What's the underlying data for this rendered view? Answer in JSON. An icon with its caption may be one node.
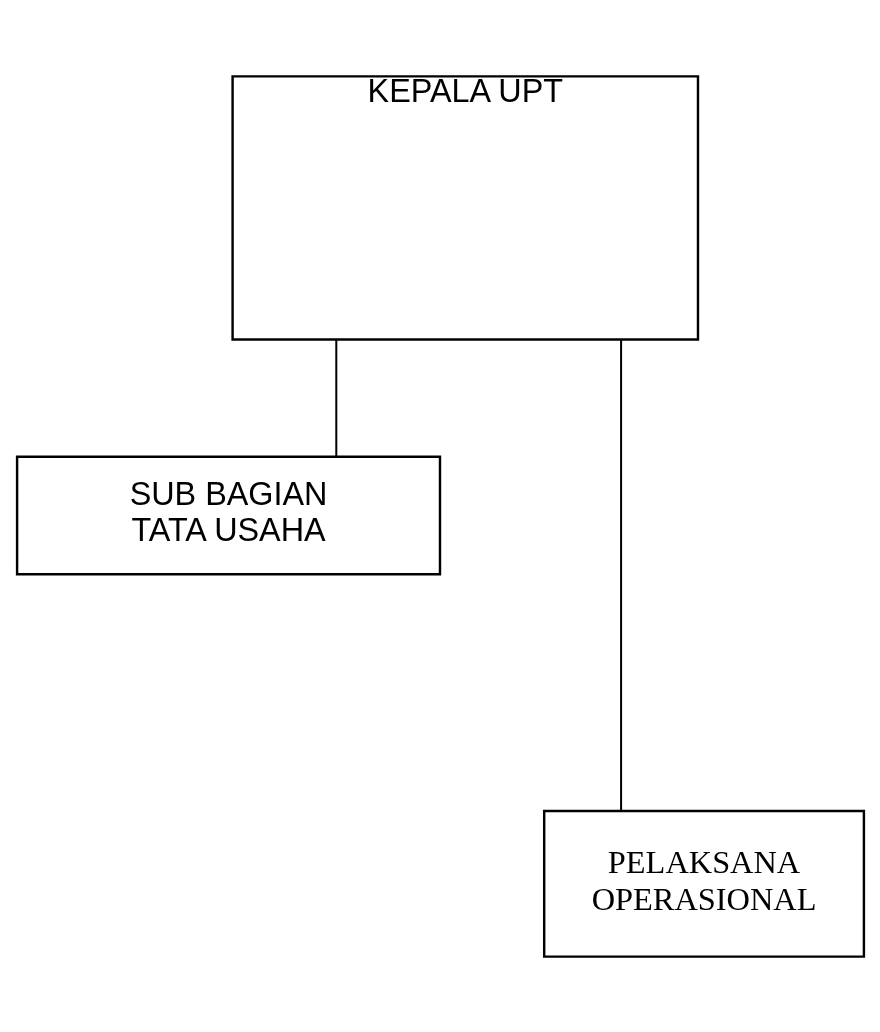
{
  "diagram": {
    "nodes": [
      {
        "text": [
          "KEPALA UPT"
        ]
      },
      {
        "text": [
          "SUB BAGIAN TATA USAHA"
        ]
      },
      {
        "text": [
          "PELAKSANA OPERASIONAL"
        ]
      }
    ],
    "edges": [
      {
        "from": 0,
        "to": 1,
        "arrow": "none"
      },
      {
        "from": 0,
        "to": 2,
        "arrow": "none"
      }
    ]
  }
}
